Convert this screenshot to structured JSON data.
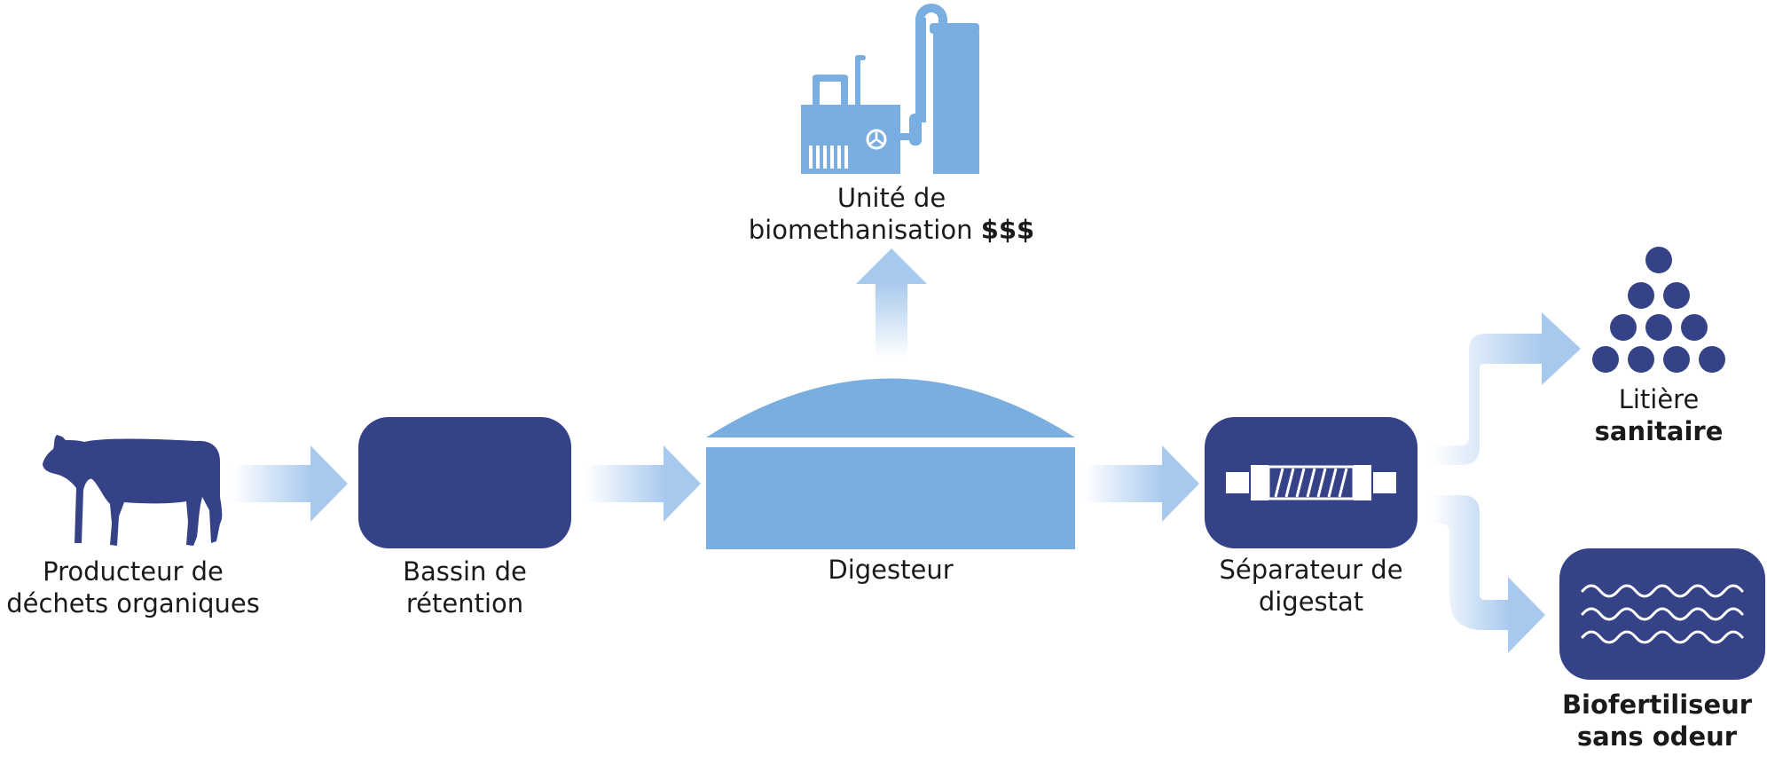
{
  "nodes": {
    "producer": {
      "line1": "Producteur de",
      "line2": "déchets organiques"
    },
    "basin": {
      "line1": "Bassin de",
      "line2": "rétention"
    },
    "digester": {
      "line1": "Digesteur"
    },
    "biomethane": {
      "line1": "Unité de",
      "line2": "biomethanisation",
      "line2_bold": "$$$"
    },
    "separator": {
      "line1": "Séparateur de",
      "line2": "digestat"
    },
    "litter": {
      "line1": "Litière",
      "line2": "sanitaire"
    },
    "fertilizer": {
      "line1": "Biofertiliseur",
      "line2": "sans odeur"
    }
  },
  "colors": {
    "dark_blue": "#354287",
    "light_blue": "#7aade0",
    "text": "#1a1a1a"
  },
  "icons": {
    "producer": "cow-icon",
    "basin": "retention-basin-icon",
    "digester": "digester-dome-icon",
    "biomethane": "biomethane-unit-icon",
    "separator": "screw-separator-icon",
    "litter": "pellet-pile-icon",
    "fertilizer": "liquid-waves-icon"
  }
}
